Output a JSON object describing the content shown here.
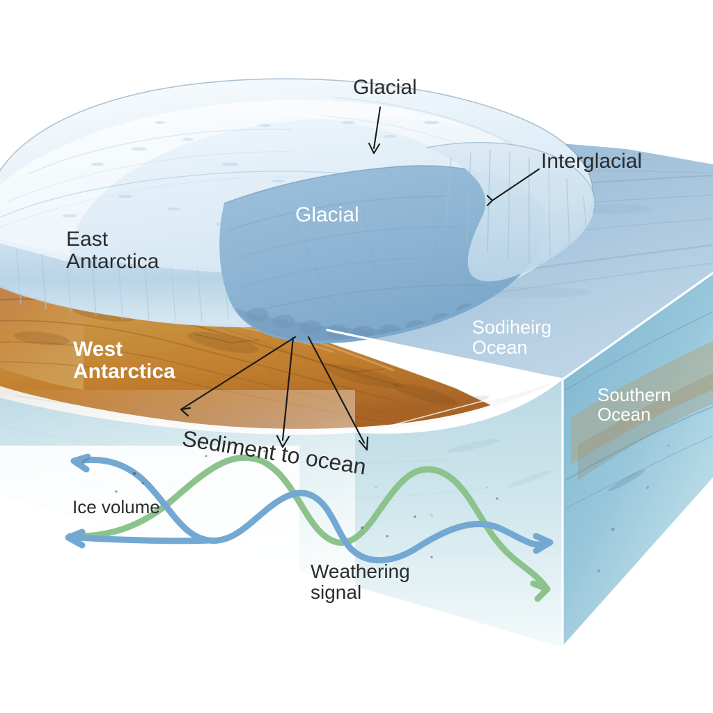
{
  "figure": {
    "domain": "scientific-diagram",
    "subject": "Antarctic ice sheet block diagram with glacial/interglacial cycles",
    "background_color": "#ffffff"
  },
  "labels": {
    "glacial_top": "Glacial",
    "interglacial": "Interglacial",
    "east_antarctica": "East\nAntarctica",
    "glacial_mid": "Glacial",
    "west_antarctica": "West\nAntarctica",
    "southern_ocean_top": "Sodiheirg\nOcean",
    "southern_ocean_side": "Southern\nOcean",
    "ice_volume": "Ice volume",
    "weathering_signal": "Weathering\nsignal",
    "sediment_to_ocean": "Sediment to ocean"
  },
  "colors": {
    "ice_light": "#dceaf5",
    "ice_mid": "#bcd8ea",
    "ice_dark": "#7ba7c9",
    "ocean_top": "#a8c5de",
    "ocean_side": "#8fc0d4",
    "rock_tan": "#cc9a56",
    "rock_orange": "#c2782c",
    "rock_dark": "#9a5c25",
    "wave_blue": "#72a8d2",
    "wave_green": "#8cc38c",
    "leader_line": "#1a1a1a",
    "text_dark": "#2b2b2b",
    "text_white": "#ffffff",
    "block_edge": "#ffffff"
  },
  "chart_data": {
    "type": "line",
    "title": "Glacial-interglacial cyclicity",
    "xlabel": "",
    "ylabel": "",
    "grid": false,
    "legend": "inline-annotations",
    "series": [
      {
        "name": "Ice volume",
        "color": "#72a8d2",
        "phase_note": "peaks left and centre-left; arrowheads at both left ends and right end",
        "x": [
          0,
          0.12,
          0.25,
          0.38,
          0.5,
          0.62,
          0.75,
          0.88,
          1.0
        ],
        "values": [
          0.95,
          1.0,
          0.55,
          0.1,
          0.38,
          0.72,
          0.4,
          0.05,
          0.3
        ]
      },
      {
        "name": "Weathering signal",
        "color": "#8cc38c",
        "phase_note": "antiphase with ice volume; single arrowhead at right end",
        "x": [
          0,
          0.12,
          0.25,
          0.38,
          0.5,
          0.62,
          0.75,
          0.88,
          1.0
        ],
        "values": [
          0.1,
          0.18,
          0.5,
          0.88,
          0.35,
          0.05,
          0.6,
          0.95,
          0.22
        ]
      }
    ],
    "arrow_markers": [
      {
        "series": "Ice volume",
        "end": "left-upper",
        "direction": "left"
      },
      {
        "series": "Ice volume",
        "end": "left-lower",
        "direction": "left"
      },
      {
        "series": "Ice volume",
        "end": "right",
        "direction": "right"
      },
      {
        "series": "Weathering signal",
        "end": "right",
        "direction": "right"
      }
    ]
  },
  "annotations": [
    {
      "name": "glacial-leader",
      "from": "Glacial label",
      "to": "upper ice plateau surface",
      "style": "thin arrow"
    },
    {
      "name": "interglacial-leader",
      "from": "Interglacial label",
      "to": "ice cliff shoulder",
      "style": "thin line with tick"
    },
    {
      "name": "sediment-arrow-left",
      "from": "rock outcrop hub",
      "to": "lower-left shelf",
      "style": "thin arrow"
    },
    {
      "name": "sediment-arrow-centre",
      "from": "rock outcrop hub",
      "to": "shelf below rock",
      "style": "thin arrow"
    },
    {
      "name": "sediment-arrow-right",
      "from": "rock outcrop hub",
      "to": "shelf right of rock",
      "style": "thin arrow"
    }
  ]
}
